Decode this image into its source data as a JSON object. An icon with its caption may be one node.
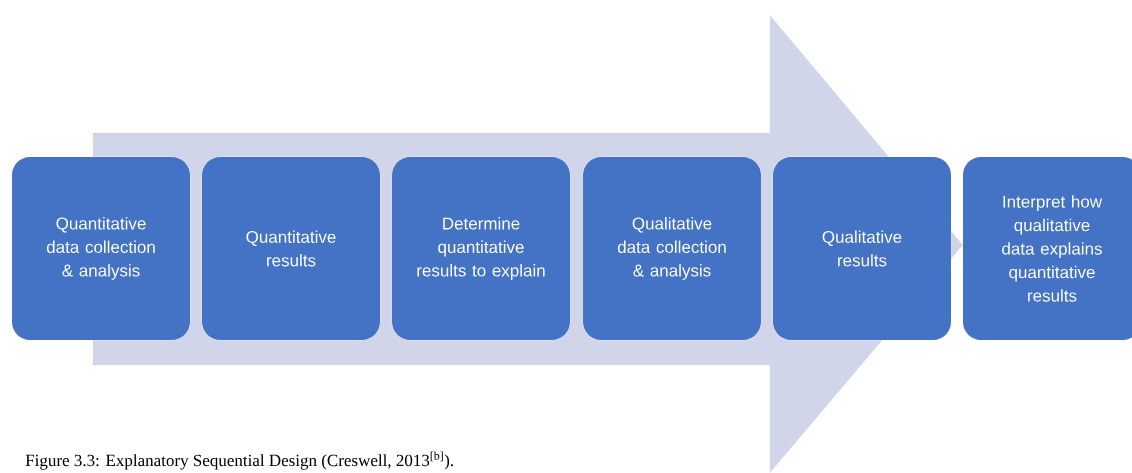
{
  "diagram": {
    "caption": "Figure 3.3: Explanatory Sequential Design (Creswell, 2013$^{[b]}$).",
    "nodes": [
      {
        "text": [
          "Quantitative data collection & analysis"
        ]
      },
      {
        "text": [
          "Quantitative results"
        ]
      },
      {
        "text": [
          "Determine quantitative results to explain"
        ]
      },
      {
        "text": [
          "Qualitative data collection & analysis"
        ]
      },
      {
        "text": [
          "Qualitative results"
        ]
      },
      {
        "text": [
          "Interpret how qualitative data explains quantitative results"
        ]
      }
    ],
    "edges": [
      {
        "from": 0,
        "to": 5,
        "arrow": "to"
      }
    ]
  }
}
